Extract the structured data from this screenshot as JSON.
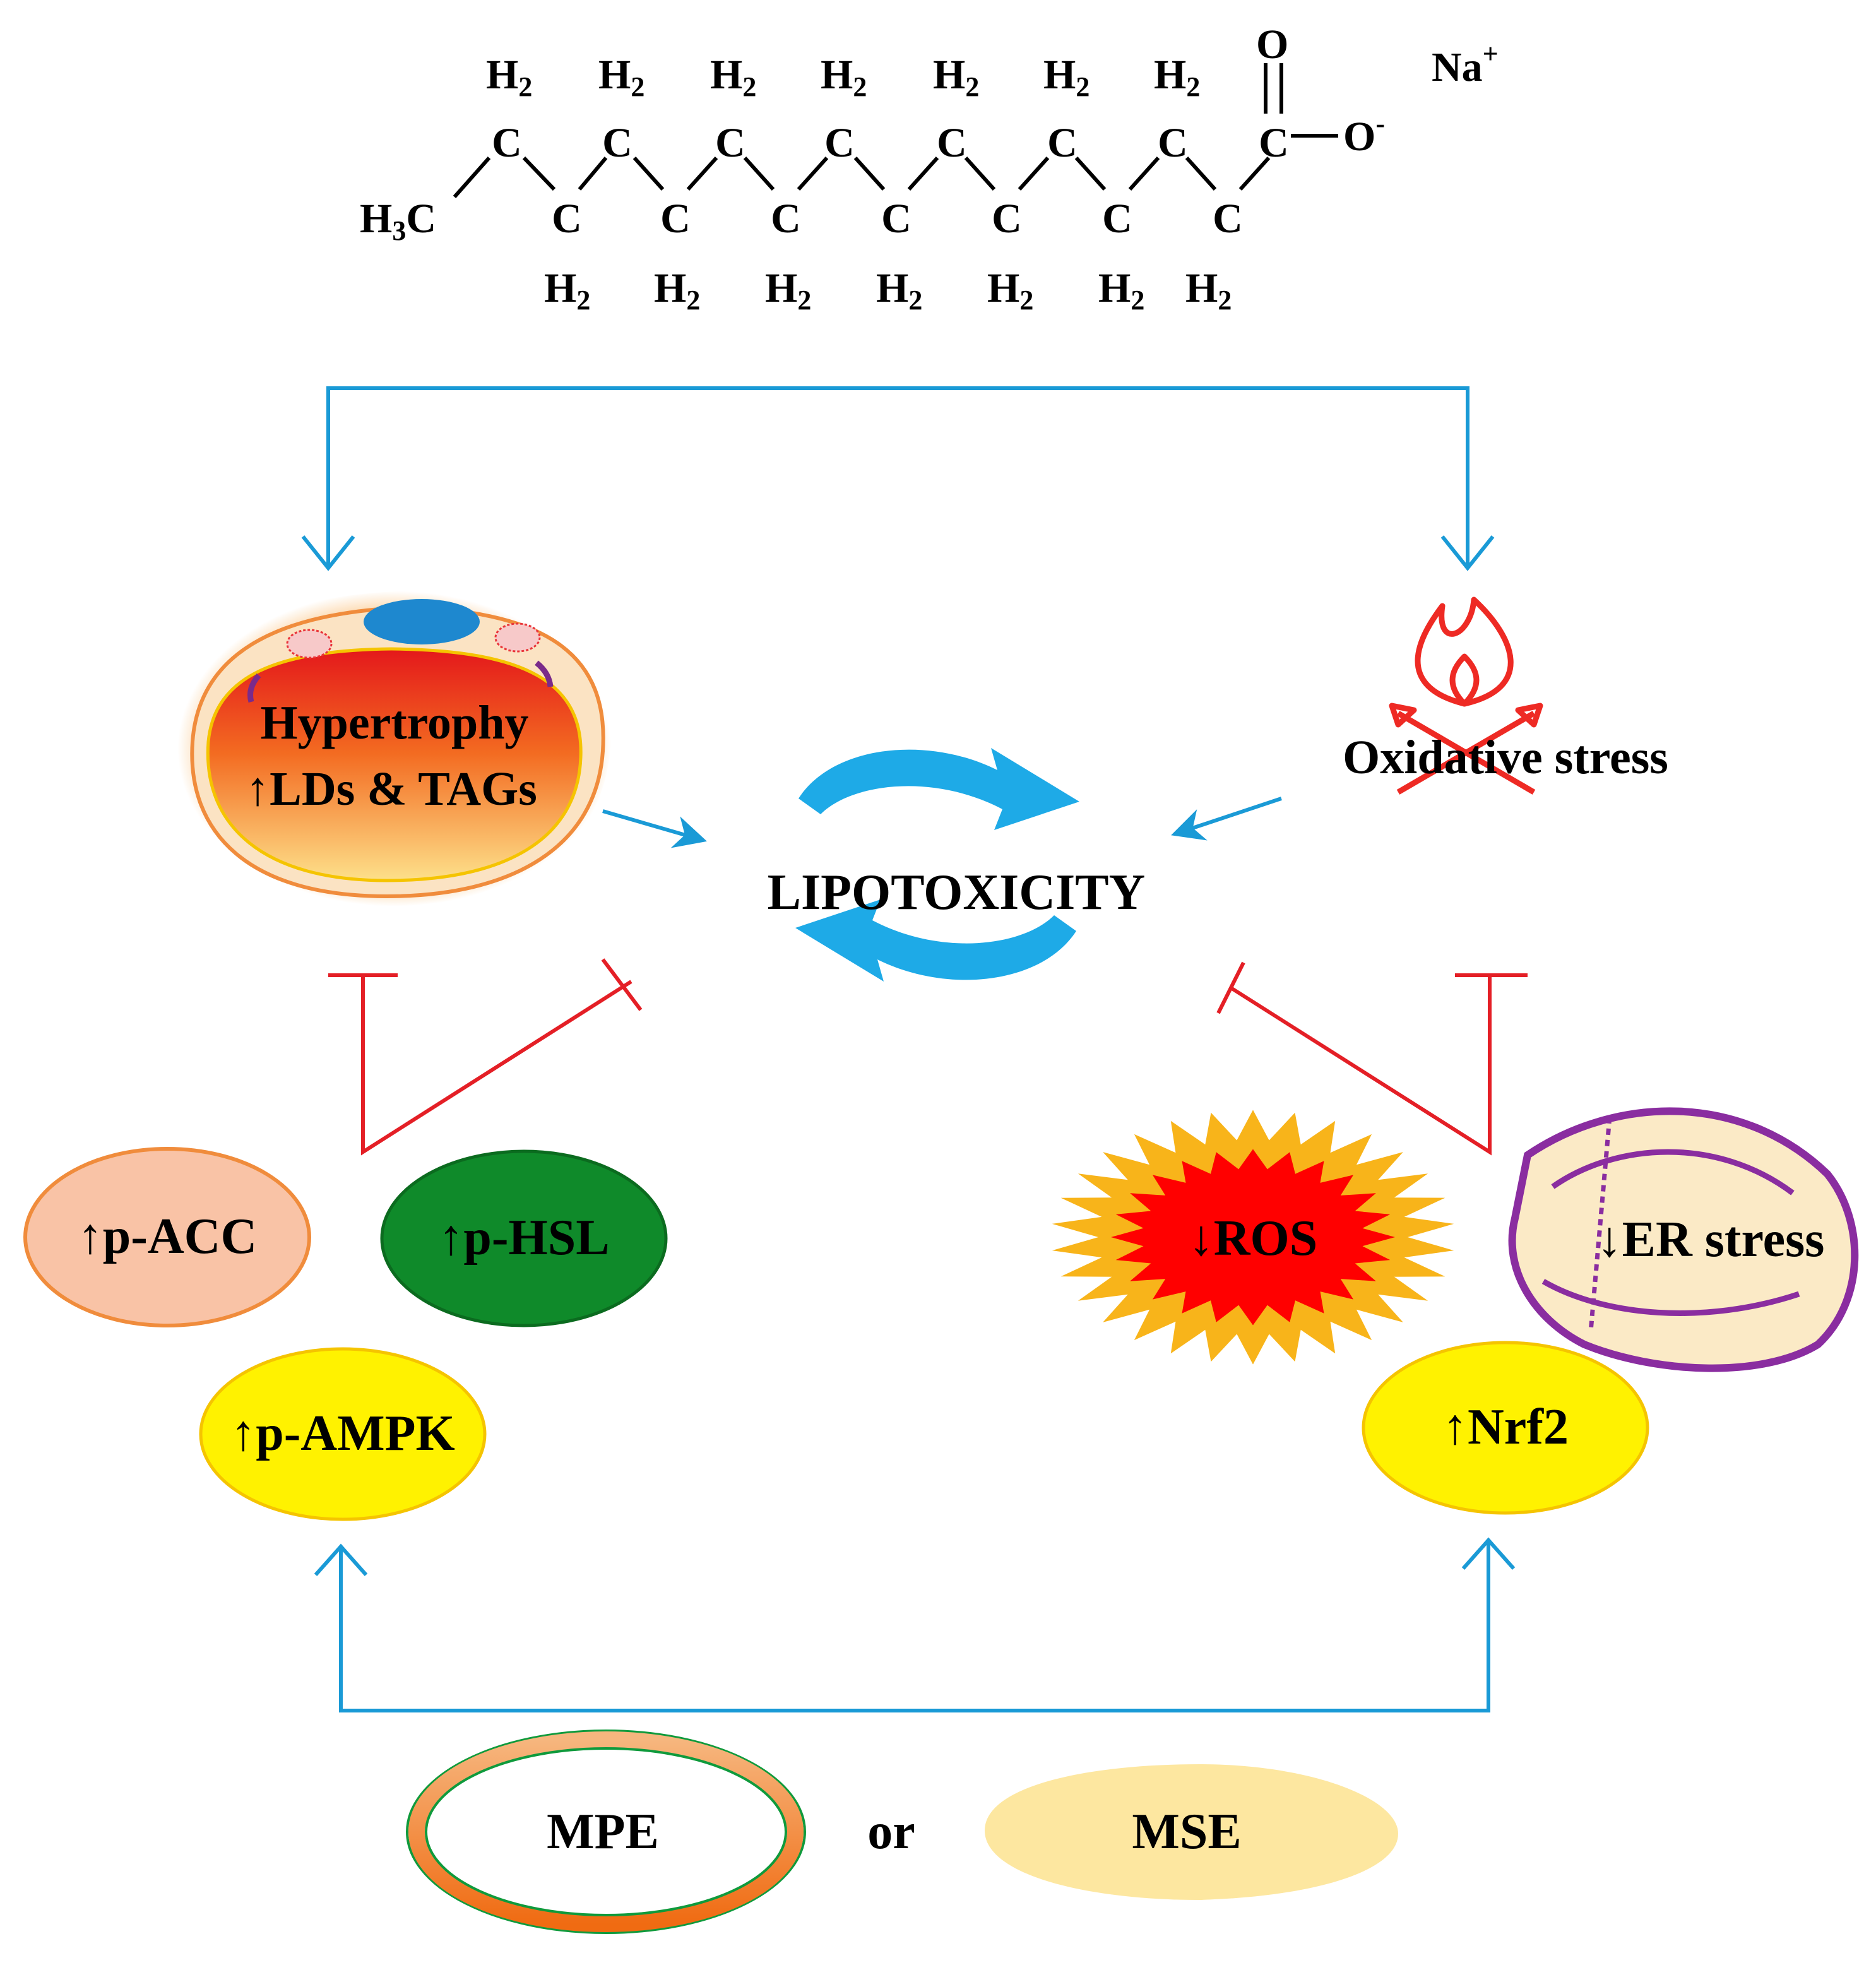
{
  "colors": {
    "flow_arrow": "#1a9ad6",
    "inhibition": "#e41f26",
    "cycle": "#1eaae7",
    "acc_fill": "#f9c3a6",
    "acc_stroke": "#f08c3c",
    "hsl_fill": "#0f8a2a",
    "ampk_fill": "#fff200",
    "ros_outer": "#f8b41a",
    "ros_inner": "#ff0000",
    "er_fill": "#fbeac6",
    "er_edge": "#8a2da0",
    "mse_fill": "#fde7a0",
    "mpe_ring": "#f08434"
  },
  "molecule": {
    "methyl": "H3C",
    "carbon": "C",
    "h2": "H2",
    "oxygen": "O",
    "oxide": "O",
    "minus": "-",
    "sodium": "Na",
    "plus": "+"
  },
  "adipocyte": {
    "line1": "Hypertrophy",
    "line2": "↑LDs & TAGs"
  },
  "oxidative": {
    "label": "Oxidative stress"
  },
  "center": {
    "label": "LIPOTOXICITY"
  },
  "markers": {
    "acc": "↑p-ACC",
    "hsl": "↑p-HSL",
    "ampk": "↑p-AMPK",
    "ros": "↓ROS",
    "er": "↓ER stress",
    "nrf2": "↑Nrf2"
  },
  "treatments": {
    "mpe": "MPE",
    "or": "or",
    "mse": "MSE"
  }
}
